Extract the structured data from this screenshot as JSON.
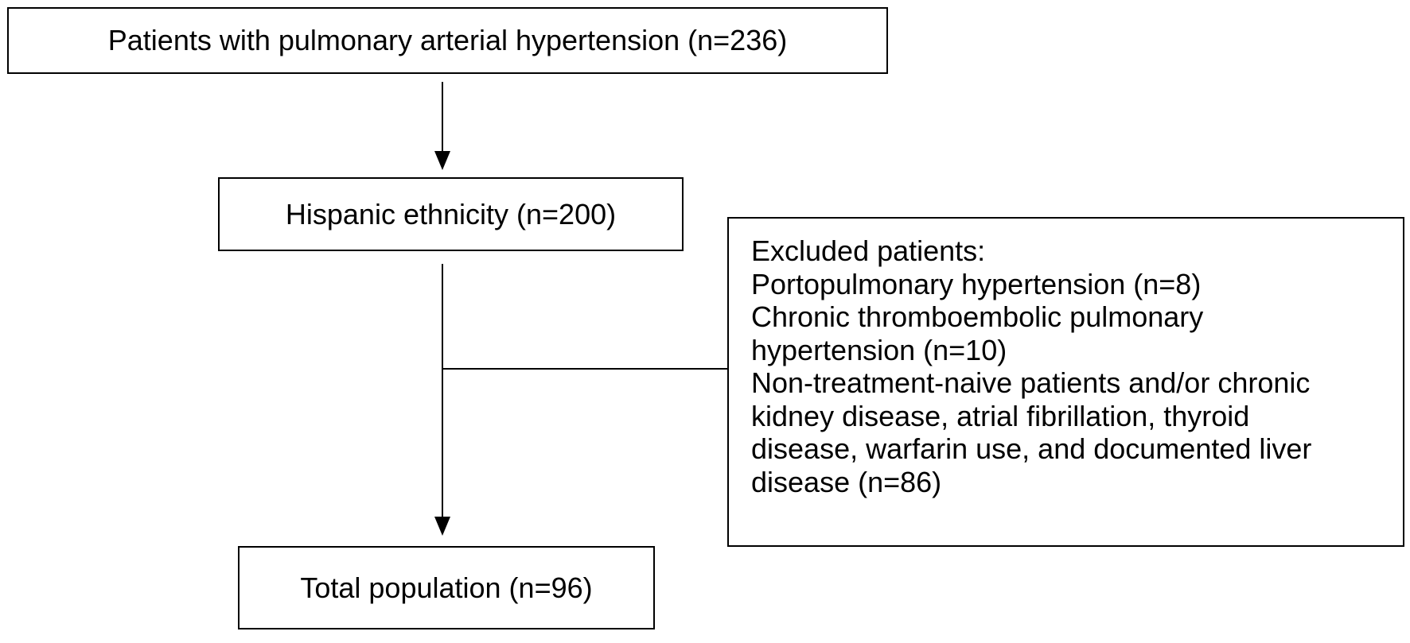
{
  "diagram": {
    "nodes": {
      "total_patients": "Patients with pulmonary arterial hypertension (n=236)",
      "hispanic": "Hispanic ethnicity (n=200)",
      "total_population": "Total population (n=96)"
    },
    "excluded": {
      "lines": [
        "Excluded patients:",
        "Portopulmonary hypertension (n=8)",
        "Chronic thromboembolic pulmonary",
        "hypertension (n=10)",
        "Non-treatment-naive patients and/or chronic",
        "kidney disease, atrial fibrillation, thyroid",
        "disease, warfarin use, and documented liver",
        "disease (n=86)"
      ]
    }
  }
}
